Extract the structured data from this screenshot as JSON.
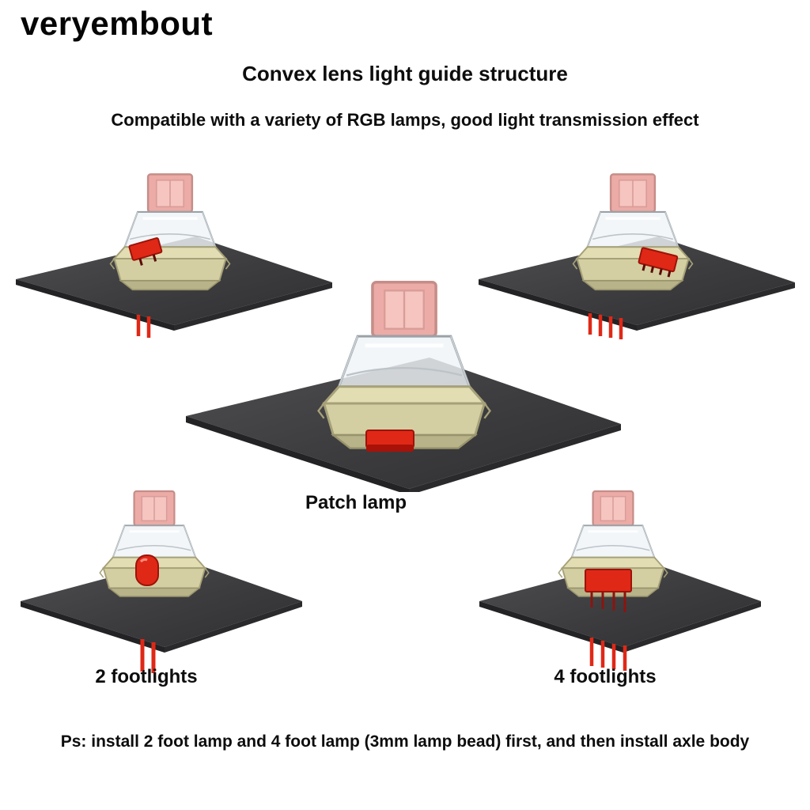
{
  "watermark": "veryembout",
  "header": {
    "title": "Convex lens light guide structure",
    "subtitle": "Compatible with a variety of RGB lamps, good light transmission effect"
  },
  "captions": {
    "patch_lamp": "Patch lamp",
    "two_footlights": "2 footlights",
    "four_footlights": "4 footlights"
  },
  "footnote": "Ps: install 2 foot lamp and 4 foot lamp (3mm lamp bead) first, and then install axle body",
  "figures": {
    "top_left": "switch-with-2-pin-side-lamp-icon",
    "top_right": "switch-with-4-pin-side-lamp-icon",
    "center": "switch-with-patch-lamp-icon",
    "bottom_left": "switch-with-2-foot-led-icon",
    "bottom_right": "switch-with-4-foot-led-icon"
  },
  "colors": {
    "background": "#ffffff",
    "text": "#0d0d0d",
    "plate_dark": "#323234",
    "plate_light": "#4c4c4f",
    "stem_pink": "#ecaba6",
    "housing_cream": "#d4cfa2",
    "lamp_red": "#e02817"
  }
}
